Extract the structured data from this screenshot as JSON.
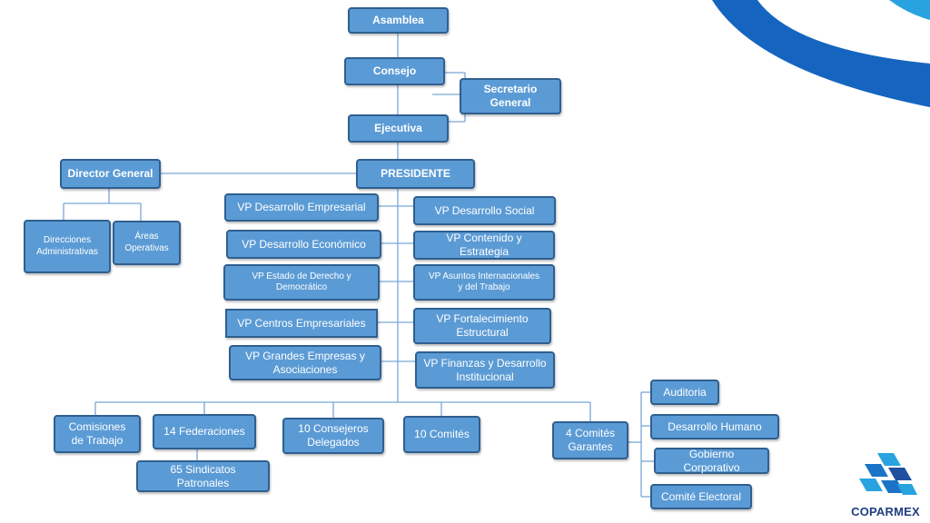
{
  "brand": {
    "name": "COPARMEX",
    "colors": {
      "box_fill": "#5b9bd5",
      "box_border": "#2f5f8f",
      "line": "#7aa6d6",
      "swoosh_dark": "#1565c0",
      "swoosh_light": "#29a3e0",
      "logo_text": "#1f3f7f"
    }
  },
  "org": {
    "asamblea": "Asamblea",
    "consejo": "Consejo",
    "secretario": "Secretario\nGeneral",
    "ejecutiva": "Ejecutiva",
    "presidente": "PRESIDENTE",
    "director": "Director General",
    "direcciones": "Direcciones\nAdministrativas",
    "areas": "Áreas\nOperativas",
    "vp_left": [
      "VP Desarrollo Empresarial",
      "VP Desarrollo Económico",
      "VP Estado de Derecho y\nDemocrático",
      "VP Centros Empresariales",
      "VP Grandes Empresas y\nAsociaciones"
    ],
    "vp_right": [
      "VP Desarrollo Social",
      "VP Contenido y\nEstrategia",
      "VP Asuntos Internacionales\ny del Trabajo",
      "VP Fortalecimiento\nEstructural",
      "VP Finanzas y Desarrollo\nInstitucional"
    ],
    "bottom": {
      "comisiones": "Comisiones\nde  Trabajo",
      "federaciones": "14 Federaciones",
      "sindicatos": "65 Sindicatos\nPatronales",
      "consejeros": "10 Consejeros\nDelegados",
      "comites": "10 Comités",
      "garantes": "4 Comités\nGarantes"
    },
    "garantes_items": [
      "Auditoria",
      "Desarrollo Humano",
      "Gobierno\nCorporativo",
      "Comité Electoral"
    ]
  }
}
